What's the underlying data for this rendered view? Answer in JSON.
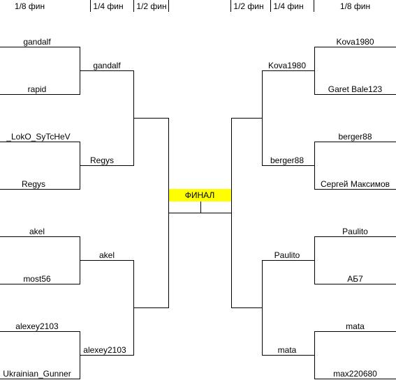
{
  "headers": {
    "left": [
      "1/8 фин",
      "1/4 фин",
      "1/2 фин"
    ],
    "right": [
      "1/2 фин",
      "1/4 фин",
      "1/8 фин"
    ]
  },
  "final_label": "ФИНАЛ",
  "left": {
    "r16": [
      "gandalf",
      "rapid",
      "_LokO_SyTcHeV",
      "Regys",
      "akel",
      "most56",
      "alexey2103",
      "Ukrainian_Gunner"
    ],
    "qf": [
      "gandalf",
      "Regys",
      "akel",
      "alexey2103"
    ]
  },
  "right": {
    "r16": [
      "Kova1980",
      "Garet Bale123",
      "berger88",
      "Сергей Максимов",
      "Paulito",
      "АБ7",
      "mata",
      "max220680"
    ],
    "qf": [
      "Kova1980",
      "berger88",
      "Paulito",
      "mata"
    ]
  }
}
